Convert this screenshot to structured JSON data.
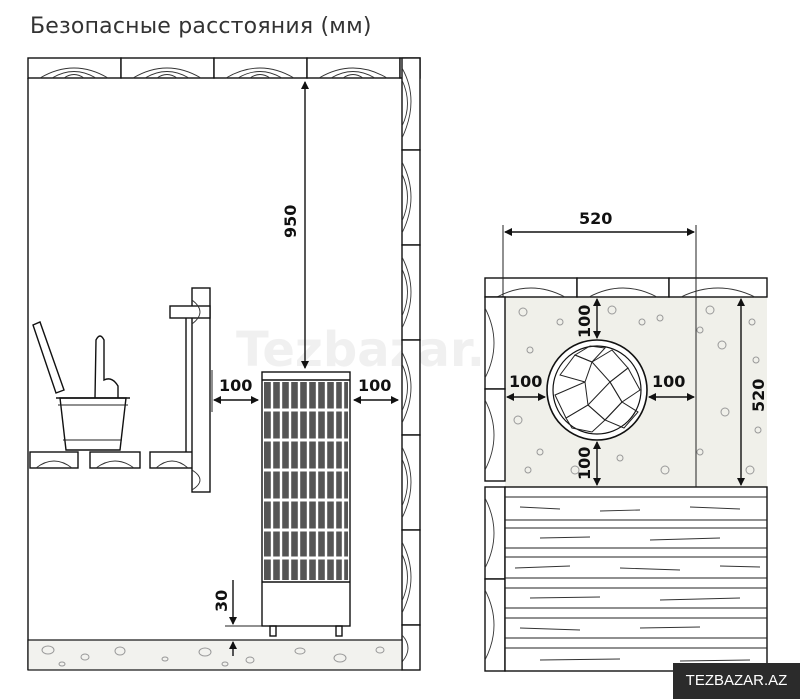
{
  "title": "Безопасные расстояния (мм)",
  "watermark": "Tezbazar.az",
  "badge": "TEZBAZAR.AZ",
  "dimensions": {
    "ceiling_gap": "950",
    "left_gap": "100",
    "right_gap": "100",
    "floor_gap": "30",
    "top_width": "520",
    "top_right_height": "520",
    "top_above": "100",
    "top_left": "100",
    "top_right": "100",
    "top_below": "100"
  }
}
